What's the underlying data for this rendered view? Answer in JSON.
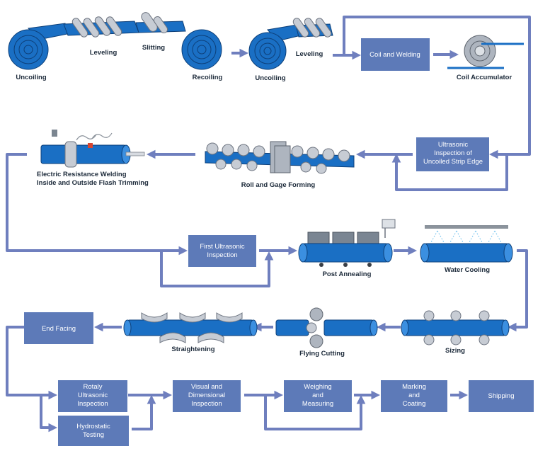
{
  "labels": {
    "uncoiling_1": "Uncoiling",
    "leveling_1": "Leveling",
    "slitting": "Slitting",
    "recoiling": "Recoiling",
    "uncoiling_2": "Uncoiling",
    "leveling_2": "Leveling",
    "coil_accumulator": "Coil Accumulator",
    "erw_line1": "Electric Resistance Welding",
    "erw_line2": "Inside and Outside Flash Trimming",
    "roll_gage_forming": "Roll and Gage Forming",
    "post_annealing": "Post Annealing",
    "water_cooling": "Water Cooling",
    "straightening": "Straightening",
    "flying_cutting": "Flying Cutting",
    "sizing": "Sizing"
  },
  "boxes": {
    "coil_welding": [
      "Coil and Welding"
    ],
    "ultrasonic_strip": [
      "Ultrasonic",
      "Inspection of",
      "Uncoiled Strip Edge"
    ],
    "first_ultrasonic": [
      "First Ultrasonic",
      "Inspection"
    ],
    "end_facing": [
      "End Facing"
    ],
    "rotaly": [
      "Rotaly",
      "Ultrasonic",
      "Inspection"
    ],
    "hydrostatic": [
      "Hydrostatic",
      "Testing"
    ],
    "visual": [
      "Visual and",
      "Dimensional",
      "Inspection"
    ],
    "weighing": [
      "Weighing",
      "and",
      "Measuring"
    ],
    "marking": [
      "Marking",
      "and",
      "Coating"
    ],
    "shipping": [
      "Shipping"
    ]
  },
  "colors": {
    "box": "#5d7ab8",
    "connector": "#6f7fbe",
    "pipe": "#1a6fc4"
  }
}
